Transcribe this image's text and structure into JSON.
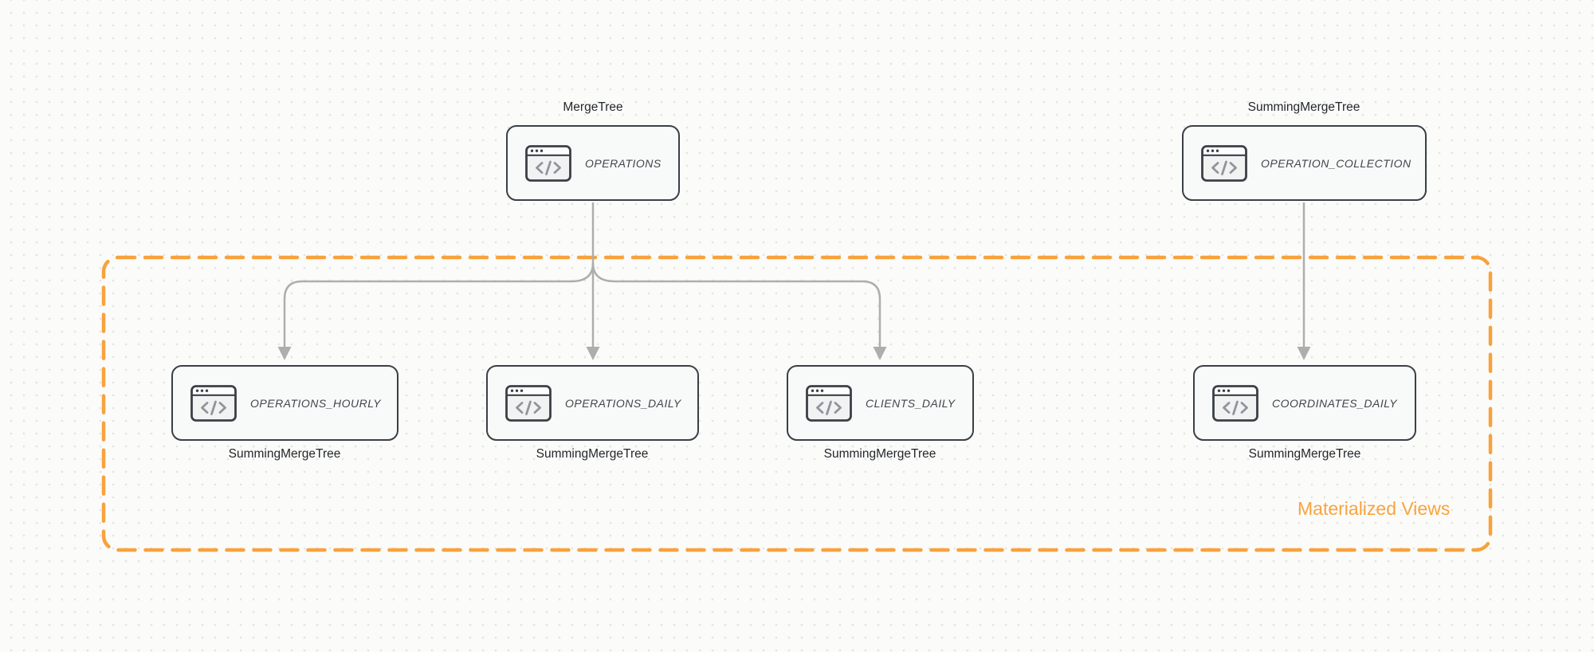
{
  "canvas": {
    "background_color": "#fbfbfa",
    "dot_grid_color": "#e4e4e2",
    "accent_orange": "#f8a23c",
    "edge_color": "#aeaeae",
    "node_border_color": "#3a4045",
    "node_fill_color": "#f8f9f9"
  },
  "group": {
    "label": "Materialized Views"
  },
  "nodes": [
    {
      "table": "OPERATIONS",
      "engine": "MergeTree",
      "engine_position": "above",
      "icon": "code-window-icon"
    },
    {
      "table": "OPERATION_COLLECTION",
      "engine": "SummingMergeTree",
      "engine_position": "above",
      "icon": "code-window-icon"
    },
    {
      "table": "OPERATIONS_HOURLY",
      "engine": "SummingMergeTree",
      "engine_position": "below",
      "icon": "code-window-icon"
    },
    {
      "table": "OPERATIONS_DAILY",
      "engine": "SummingMergeTree",
      "engine_position": "below",
      "icon": "code-window-icon"
    },
    {
      "table": "CLIENTS_DAILY",
      "engine": "SummingMergeTree",
      "engine_position": "below",
      "icon": "code-window-icon"
    },
    {
      "table": "COORDINATES_DAILY",
      "engine": "SummingMergeTree",
      "engine_position": "below",
      "icon": "code-window-icon"
    }
  ],
  "edges": [
    {
      "from": "OPERATIONS",
      "to": "OPERATIONS_HOURLY"
    },
    {
      "from": "OPERATIONS",
      "to": "OPERATIONS_DAILY"
    },
    {
      "from": "OPERATIONS",
      "to": "CLIENTS_DAILY"
    },
    {
      "from": "OPERATION_COLLECTION",
      "to": "COORDINATES_DAILY"
    }
  ]
}
